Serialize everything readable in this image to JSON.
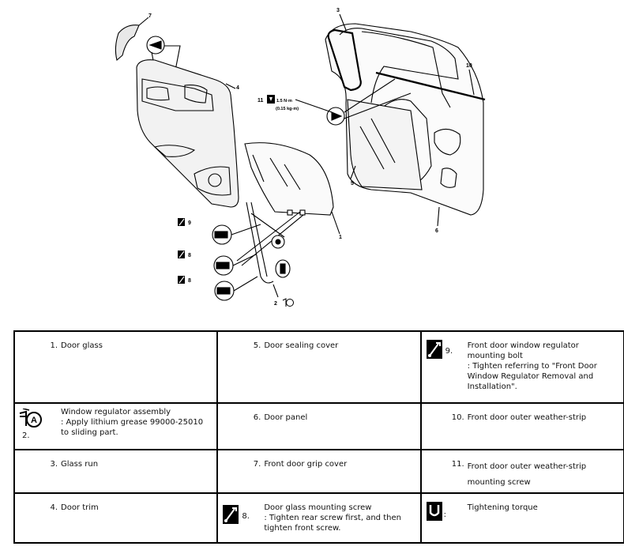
{
  "figure": {
    "callouts": {
      "c1": "1",
      "c2": "2",
      "c3": "3",
      "c4": "4",
      "c5": "5",
      "c6": "6",
      "c7": "7",
      "c8a": "8",
      "c8b": "8",
      "c9": "9",
      "c10": "10",
      "c11": "11",
      "torque": "1.5 N·m",
      "torque_kg": "(0.15 kg-m)"
    }
  },
  "legend": {
    "items": [
      {
        "num": "1.",
        "title": "Door glass",
        "note": ""
      },
      {
        "num": "2.",
        "title": "Window regulator assembly",
        "note": ": Apply lithium grease 99000-25010 to sliding part."
      },
      {
        "num": "3.",
        "title": "Glass run",
        "note": ""
      },
      {
        "num": "4.",
        "title": "Door trim",
        "note": ""
      },
      {
        "num": "5.",
        "title": "Door sealing cover",
        "note": ""
      },
      {
        "num": "6.",
        "title": "Door panel",
        "note": ""
      },
      {
        "num": "7.",
        "title": "Front door grip cover",
        "note": ""
      },
      {
        "num": "8.",
        "title": "Door glass mounting screw",
        "note": ": Tighten rear screw first, and then tighten front screw."
      },
      {
        "num": "9.",
        "title": "Front door window regulator mounting bolt",
        "note": ": Tighten referring to \"Front Door Window Regulator Removal and Installation\"."
      },
      {
        "num": "10.",
        "title": "Front door outer weather-strip",
        "note": ""
      },
      {
        "num": "11.",
        "title": "Front door outer weather-strip mounting screw",
        "note": ""
      },
      {
        "num": ":",
        "title": "Tightening torque",
        "note": ""
      }
    ]
  }
}
